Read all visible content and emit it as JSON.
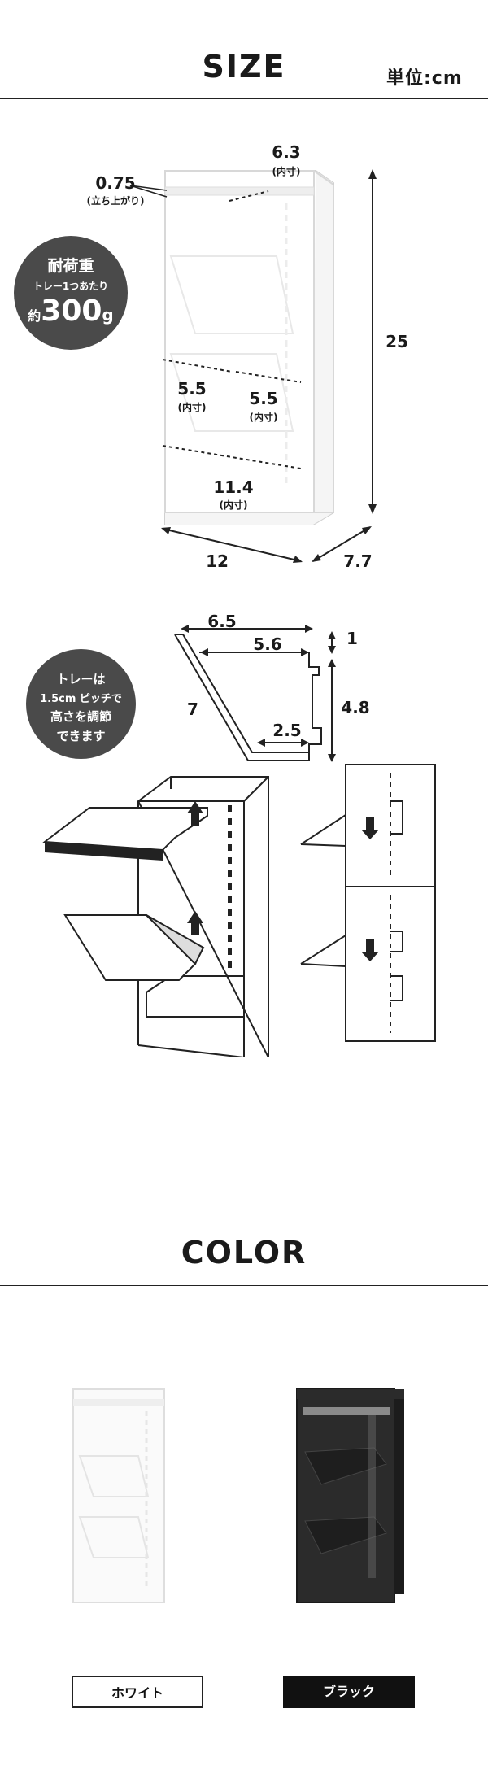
{
  "size_section": {
    "title": "SIZE",
    "unit": "単位:cm",
    "dims": {
      "top_lip": "0.75",
      "top_lip_note": "(立ち上がり)",
      "inner_top": "6.3",
      "inner_top_note": "(内寸)",
      "left_inner": "5.5",
      "left_inner_note": "(内寸)",
      "right_inner": "5.5",
      "right_inner_note": "(内寸)",
      "inner_width": "11.4",
      "inner_width_note": "(内寸)",
      "height": "25",
      "width": "12",
      "depth": "7.7"
    },
    "load_badge": {
      "line1": "耐荷重",
      "line2": "トレー1つあたり",
      "prefix": "約",
      "value": "300",
      "unit": "g"
    }
  },
  "tray_section": {
    "dims": {
      "top": "6.5",
      "inner": "5.6",
      "lip": "1",
      "side": "7",
      "back": "4.8",
      "bottom": "2.5"
    },
    "pitch_badge": {
      "line1": "トレーは",
      "line2": "1.5cm ピッチで",
      "line3": "高さを調節",
      "line4": "できます"
    }
  },
  "color_section": {
    "title": "COLOR",
    "white_label": "ホワイト",
    "black_label": "ブラック",
    "colors": {
      "white": "#ffffff",
      "black": "#2b2b2b",
      "badge": "#4a4a4a"
    }
  }
}
